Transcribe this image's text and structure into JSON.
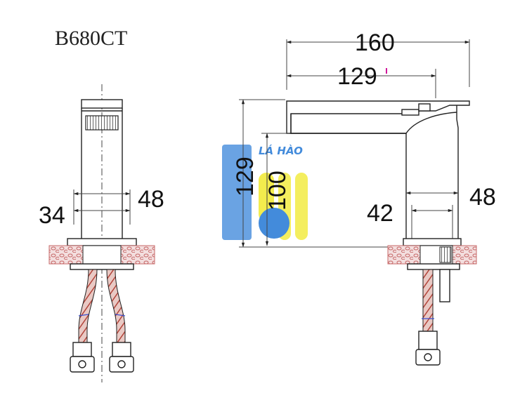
{
  "drawing": {
    "model_code": "B680CT",
    "dimensions": {
      "front_width_top": "48",
      "front_width_base": "34",
      "side_total_length": "160",
      "side_spout_length": "129",
      "side_total_height": "129",
      "side_spout_height": "100",
      "side_base_outer": "48",
      "side_base_inner": "42"
    },
    "watermark": {
      "text": "LÁ HÀO",
      "colors": {
        "blue": "#2f7fd8",
        "yellow": "#f2ea3a"
      }
    },
    "accent_colors": {
      "hose_red": "#b2443a",
      "counter_hatch": "#c76a6a"
    }
  }
}
